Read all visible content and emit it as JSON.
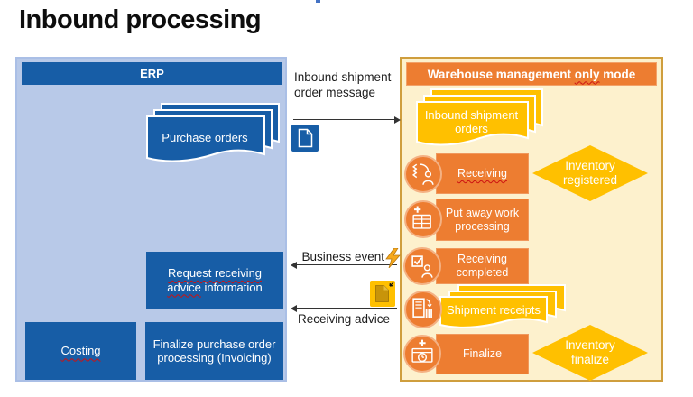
{
  "title": "Inbound processing",
  "erp": {
    "header": "ERP",
    "purchase_orders": "Purchase orders",
    "request": {
      "w1": "Request receiving",
      "w2": "advice",
      "rest": "information"
    },
    "costing": "Costing",
    "finalize_po": "Finalize purchase order processing (Invoicing)"
  },
  "messages": {
    "inbound": "Inbound shipment order message",
    "business_event": "Business event",
    "receiving_advice": "Receiving advice"
  },
  "warehouse": {
    "header": {
      "pre": "Warehouse management",
      "u": "only",
      "post": "mode"
    },
    "inbound_orders": "Inbound shipment orders",
    "steps": [
      {
        "label": "Receiving"
      },
      {
        "label": "Put away work processing"
      },
      {
        "label": "Receiving completed"
      },
      {
        "label": "Shipment receipts"
      },
      {
        "label": "Finalize"
      }
    ],
    "diamonds": [
      {
        "label": "Inventory registered"
      },
      {
        "label": "Inventory finalize"
      }
    ]
  },
  "icons": {
    "inbound_message": "document-icon",
    "business_event": "lightning-icon",
    "receiving_advice": "document-icon",
    "receiving": "scan-worker-icon",
    "put_away": "add-table-icon",
    "receiving_completed": "checklist-person-icon",
    "shipment_receipts": "receipt-document-icon",
    "finalize": "table-clock-icon"
  },
  "colors": {
    "blue": "#175da6",
    "light_blue": "#b8c9e8",
    "orange": "#ed7d31",
    "yellow": "#ffc000",
    "panel_bg": "#fdf1cd",
    "panel_border": "#cf9e3d",
    "squiggle": "#cc1111"
  }
}
